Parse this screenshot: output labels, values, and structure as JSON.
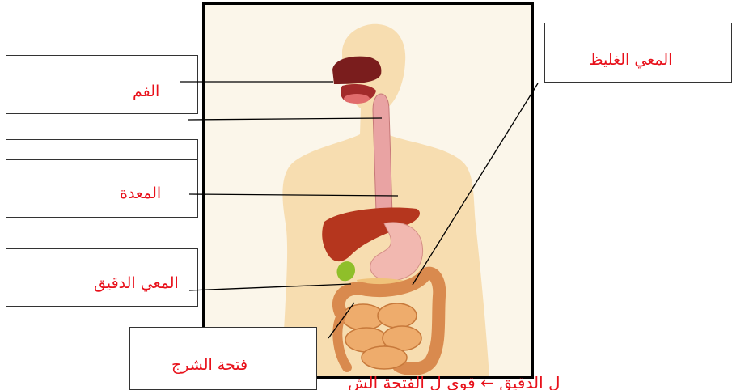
{
  "labels": {
    "mouth": "الفم",
    "stomach": "المعدة",
    "small_intestine": "المعي الدقيق",
    "large_intestine": "المعي الغليظ",
    "anus": "فتحة الشرج"
  },
  "bottom_text": "ل الدقيق ← قوي ل الفتحة الش",
  "colors": {
    "label_text": "#e8111b",
    "skin": "#f7ddb0",
    "esophagus": "#e9a3a3",
    "liver": "#b5361e",
    "stomach": "#f2b8b0",
    "intestine": "#e7a060",
    "gallbladder": "#8fbf2a"
  }
}
